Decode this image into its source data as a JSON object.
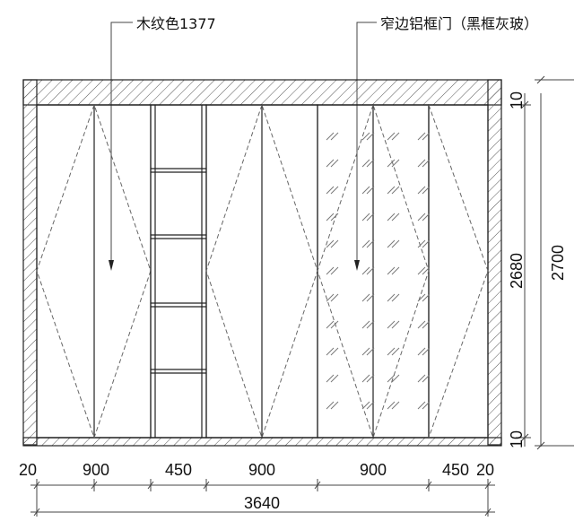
{
  "annotations": {
    "wood": "木纹色1377",
    "door": "窄边铝框门（黑框灰玻）"
  },
  "dimensions": {
    "bottom": [
      "20",
      "900",
      "450",
      "900",
      "900",
      "450",
      "20"
    ],
    "total_width": "3640",
    "right_top": "10",
    "right_bottom": "10",
    "inner_height": "2680",
    "total_height": "2700"
  }
}
